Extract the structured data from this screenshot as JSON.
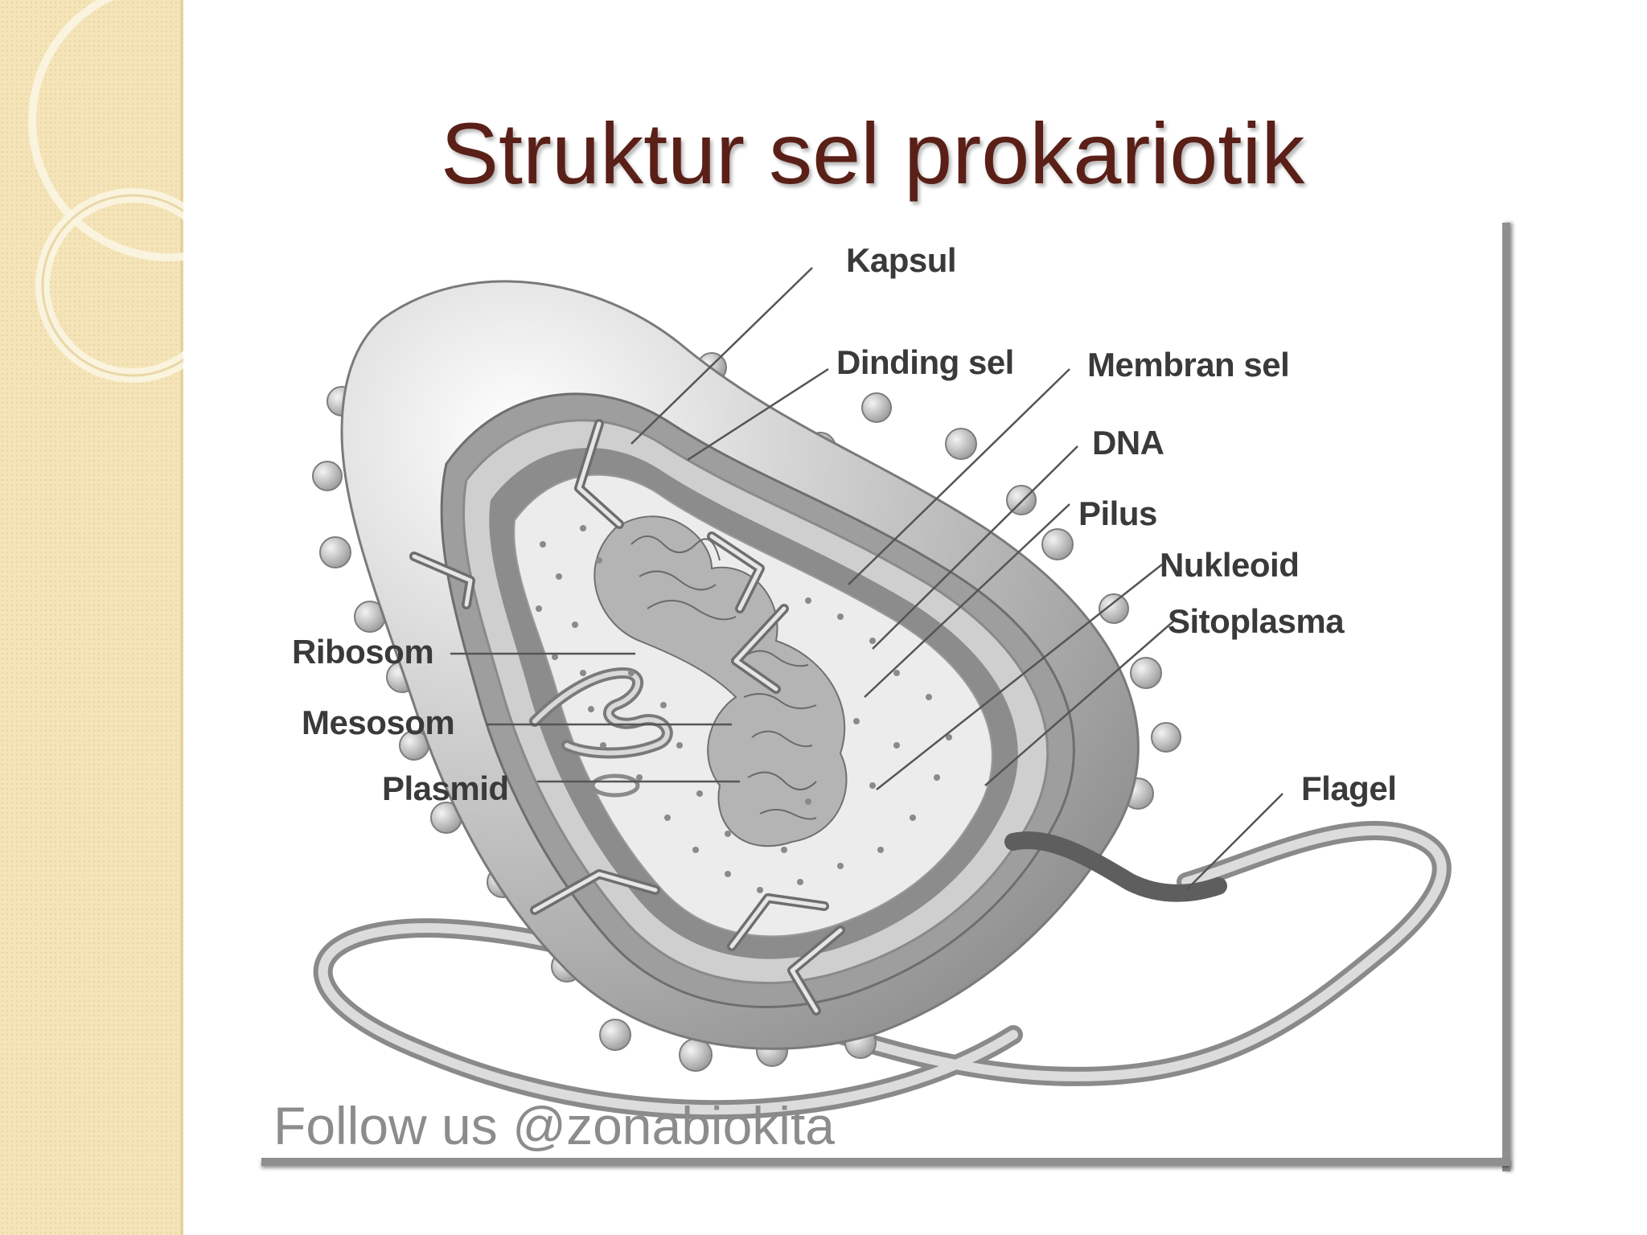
{
  "slide": {
    "title": "Struktur sel prokariotik"
  },
  "diagram": {
    "labels": {
      "kapsul": "Kapsul",
      "dinding_sel": "Dinding sel",
      "membran_sel": "Membran sel",
      "dna": "DNA",
      "pilus": "Pilus",
      "nukleoid": "Nukleoid",
      "sitoplasma": "Sitoplasma",
      "ribosom": "Ribosom",
      "mesosom": "Mesosom",
      "plasmid": "Plasmid",
      "flagel": "Flagel"
    },
    "watermark": "Follow us @zonabiokita"
  },
  "colors": {
    "title": "#5a1f17",
    "side_strip": "#f4e4b8"
  }
}
